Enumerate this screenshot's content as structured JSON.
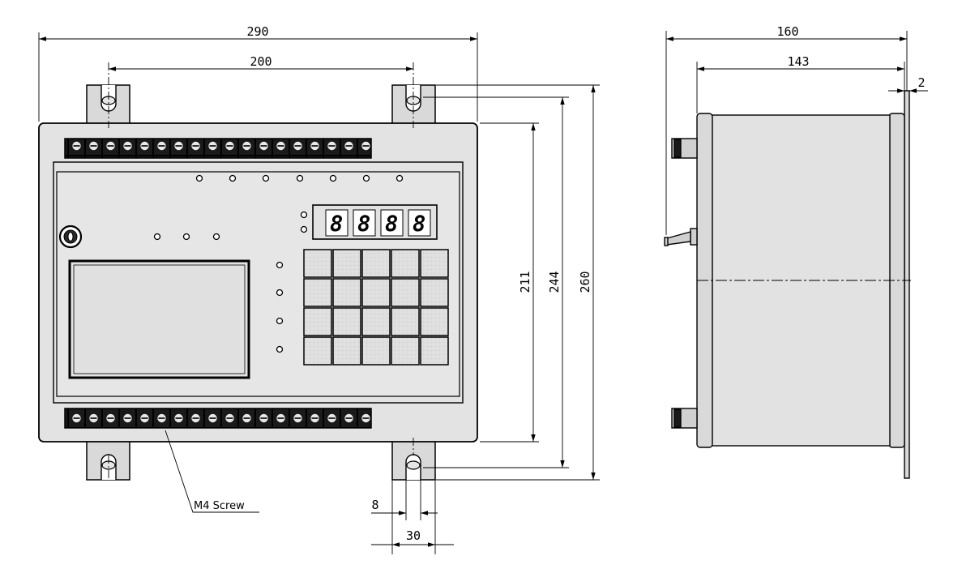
{
  "front_view": {
    "dimensions": {
      "overall_width": "290",
      "mount_hole_spacing": "200",
      "case_height": "211",
      "mount_height": "244",
      "overall_height": "260",
      "slot_width": "8",
      "foot_width": "30"
    },
    "callout": "M4 Screw",
    "display_digits": [
      "8",
      "8",
      "8",
      "8"
    ]
  },
  "side_view": {
    "dimensions": {
      "overall_depth": "160",
      "body_depth": "143",
      "plate_thickness": "2"
    }
  }
}
